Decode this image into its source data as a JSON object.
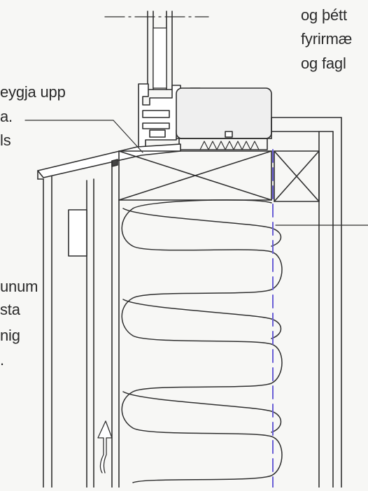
{
  "annotations": {
    "left_top": [
      "eygja upp",
      "a.",
      "ls"
    ],
    "left_bottom": [
      "unum",
      "sta",
      "nig",
      "."
    ],
    "right_top": [
      "og þétt",
      "fyrirmæ",
      "og fagl"
    ]
  },
  "colors": {
    "line": "#2f2f2f",
    "vapour_barrier": "#6a5fd6",
    "background": "#f7f7f5",
    "frame_fill": "#efefef"
  }
}
